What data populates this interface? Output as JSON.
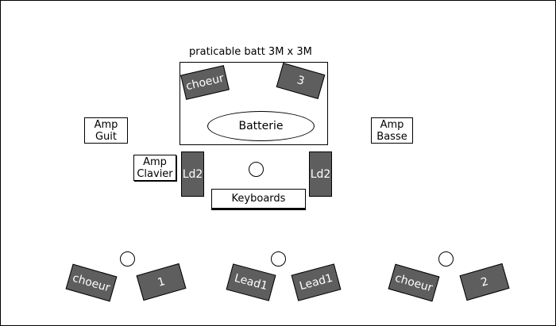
{
  "riser": {
    "label": "praticable batt 3M x 3M"
  },
  "drums": {
    "label": "Batterie"
  },
  "wedges": {
    "riser_choeur": "choeur",
    "riser_3": "3",
    "ld2_left": "Ld2",
    "ld2_right": "Ld2",
    "front_choeur_left": "choeur",
    "front_1": "1",
    "front_lead1_left": "Lead1",
    "front_lead1_right": "Lead1",
    "front_choeur_right": "choeur",
    "front_2": "2"
  },
  "amps": {
    "guit": {
      "line1": "Amp",
      "line2": "Guit"
    },
    "basse": {
      "line1": "Amp",
      "line2": "Basse"
    },
    "clavier": {
      "line1": "Amp",
      "line2": "Clavier"
    }
  },
  "keyboards": {
    "label": "Keyboards"
  }
}
